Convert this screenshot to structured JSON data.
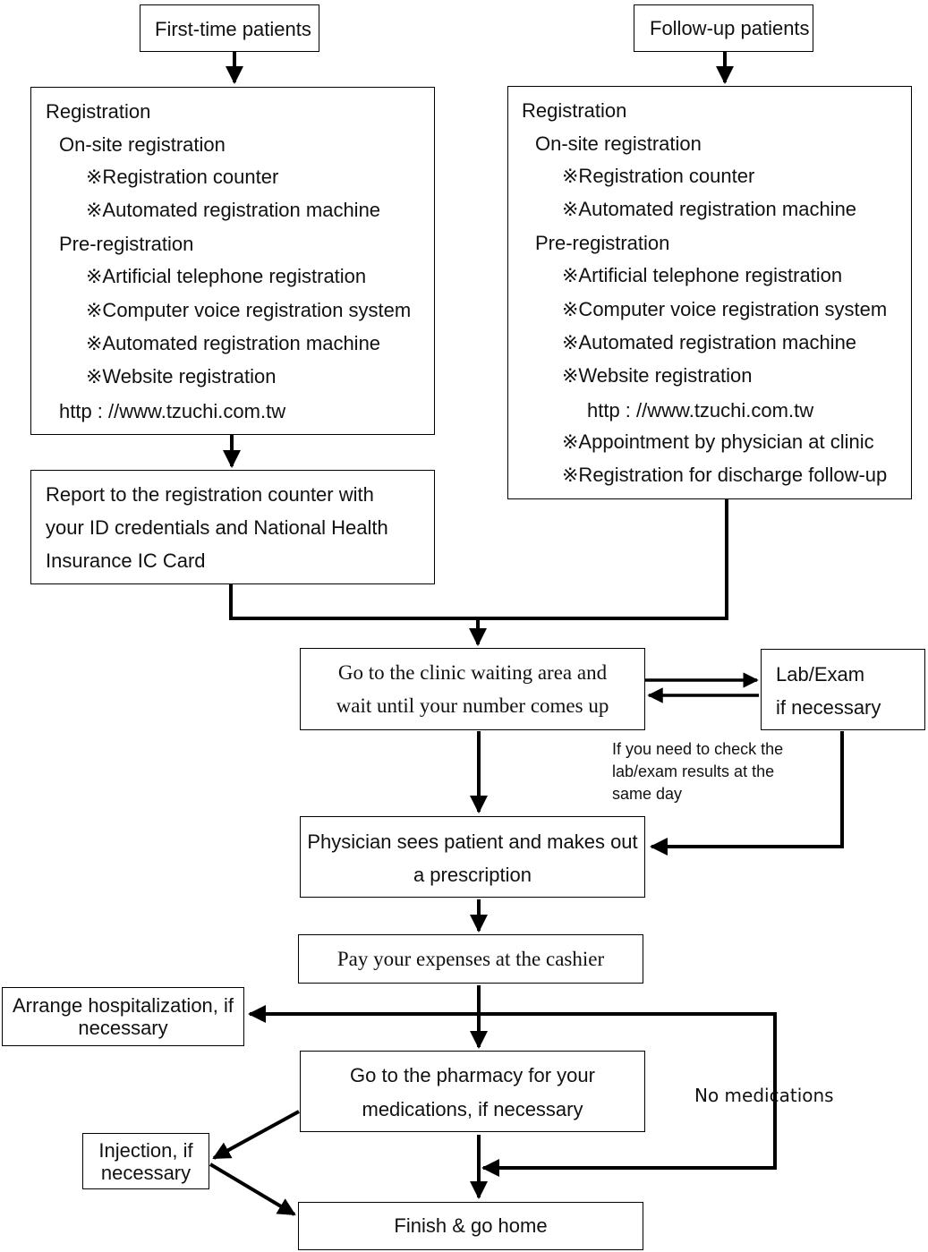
{
  "headers": {
    "first_time": "First-time patients",
    "follow_up": "Follow-up patients"
  },
  "first_reg": {
    "title": "Registration",
    "onsite": "On-site registration",
    "onsite_items": [
      "※Registration counter",
      "※Automated registration machine"
    ],
    "pre": "Pre-registration",
    "pre_items": [
      "※Artificial telephone registration",
      "※Computer voice registration system",
      "※Automated registration machine",
      "※Website registration"
    ],
    "url": "http : //www.tzuchi.com.tw"
  },
  "follow_reg": {
    "title": "Registration",
    "onsite": "On-site registration",
    "onsite_items": [
      "※Registration counter",
      "※Automated registration machine"
    ],
    "pre": "Pre-registration",
    "pre_items": [
      "※Artificial telephone registration",
      "※Computer voice registration system",
      "※Automated registration machine",
      "※Website registration"
    ],
    "url": "http : //www.tzuchi.com.tw",
    "extra_items": [
      "※Appointment by physician at clinic",
      "※Registration for discharge follow-up"
    ]
  },
  "report": [
    "Report to the registration counter with",
    "your ID credentials and National Health",
    "Insurance IC Card"
  ],
  "waiting": [
    "Go to the clinic waiting area and",
    "wait until your number comes up"
  ],
  "lab": [
    "Lab/Exam",
    "if necessary"
  ],
  "lab_note": [
    "If you need to check the",
    "lab/exam results at the",
    "same day"
  ],
  "physician": [
    "Physician sees patient and makes out",
    "a prescription"
  ],
  "cashier": "Pay your expenses at the cashier",
  "hospital": [
    "Arrange hospitalization, if",
    "necessary"
  ],
  "pharmacy": [
    "Go to the pharmacy for your",
    "medications, if necessary"
  ],
  "no_meds": "No medications",
  "injection": [
    "Injection, if",
    "necessary"
  ],
  "finish": "Finish & go home"
}
